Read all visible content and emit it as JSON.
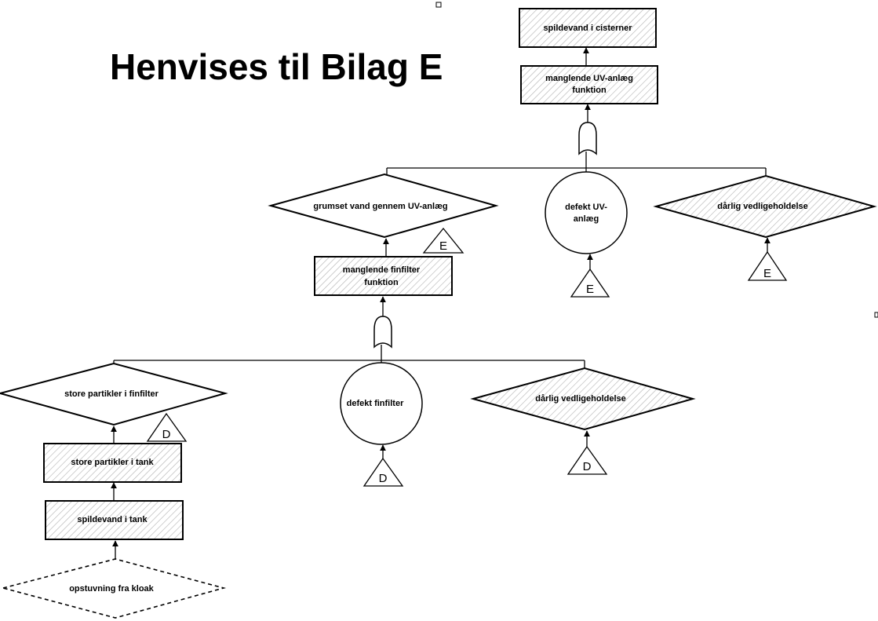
{
  "title": "Henvises til Bilag E",
  "nodes": {
    "spildevand_cisterner": "spildevand i cisterner",
    "uv_funktion_1": "manglende UV-anlæg",
    "uv_funktion_2": "funktion",
    "grumset": "grumset vand gennem UV-anlæg",
    "defekt_uv_1": "defekt UV-",
    "defekt_uv_2": "anlæg",
    "vedlige_top": "dårlig vedligeholdelse",
    "finfilter_funktion_1": "manglende finfilter",
    "finfilter_funktion_2": "funktion",
    "store_finfilter": "store partikler i finfilter",
    "defekt_finfilter": "defekt finfilter",
    "vedlige_bottom": "dårlig vedligeholdelse",
    "store_tank": "store partikler i tank",
    "spildevand_tank": "spildevand i tank",
    "opstuvning": "opstuvning fra kloak"
  },
  "transfers": {
    "grumset": "E",
    "defekt_uv": "E",
    "vedlige_top": "E",
    "store_finfilter": "D",
    "defekt_finfilter": "D",
    "vedlige_bottom": "D"
  }
}
